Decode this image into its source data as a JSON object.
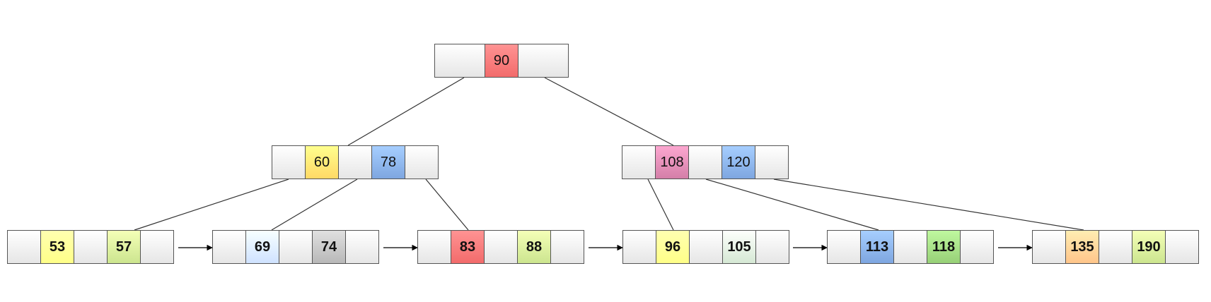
{
  "colors": {
    "red": "#f26b6b",
    "yellow": "#ffff88",
    "gold": "#ffd966",
    "green": "#cce58f",
    "lightblue": "#cfe2ff",
    "blue": "#7ea6e0",
    "gray": "#b8b8b8",
    "pink": "#d47fa8",
    "lightgreen": "#d5e8d4",
    "green2": "#97d077",
    "orange": "#ffc58a"
  },
  "root": {
    "keys": [
      {
        "value": "90",
        "color": "red"
      }
    ]
  },
  "internal": [
    {
      "keys": [
        {
          "value": "60",
          "color": "gold"
        },
        {
          "value": "78",
          "color": "blue"
        }
      ]
    },
    {
      "keys": [
        {
          "value": "108",
          "color": "pink"
        },
        {
          "value": "120",
          "color": "blue"
        }
      ]
    }
  ],
  "leaves": [
    {
      "keys": [
        {
          "value": "53",
          "color": "yellow"
        },
        {
          "value": "57",
          "color": "green"
        }
      ]
    },
    {
      "keys": [
        {
          "value": "69",
          "color": "lightblue"
        },
        {
          "value": "74",
          "color": "gray"
        }
      ]
    },
    {
      "keys": [
        {
          "value": "83",
          "color": "red"
        },
        {
          "value": "88",
          "color": "green"
        }
      ]
    },
    {
      "keys": [
        {
          "value": "96",
          "color": "yellow"
        },
        {
          "value": "105",
          "color": "lightgreen"
        }
      ]
    },
    {
      "keys": [
        {
          "value": "113",
          "color": "blue"
        },
        {
          "value": "118",
          "color": "green2"
        }
      ]
    },
    {
      "keys": [
        {
          "value": "135",
          "color": "orange"
        },
        {
          "value": "190",
          "color": "green"
        }
      ]
    }
  ]
}
